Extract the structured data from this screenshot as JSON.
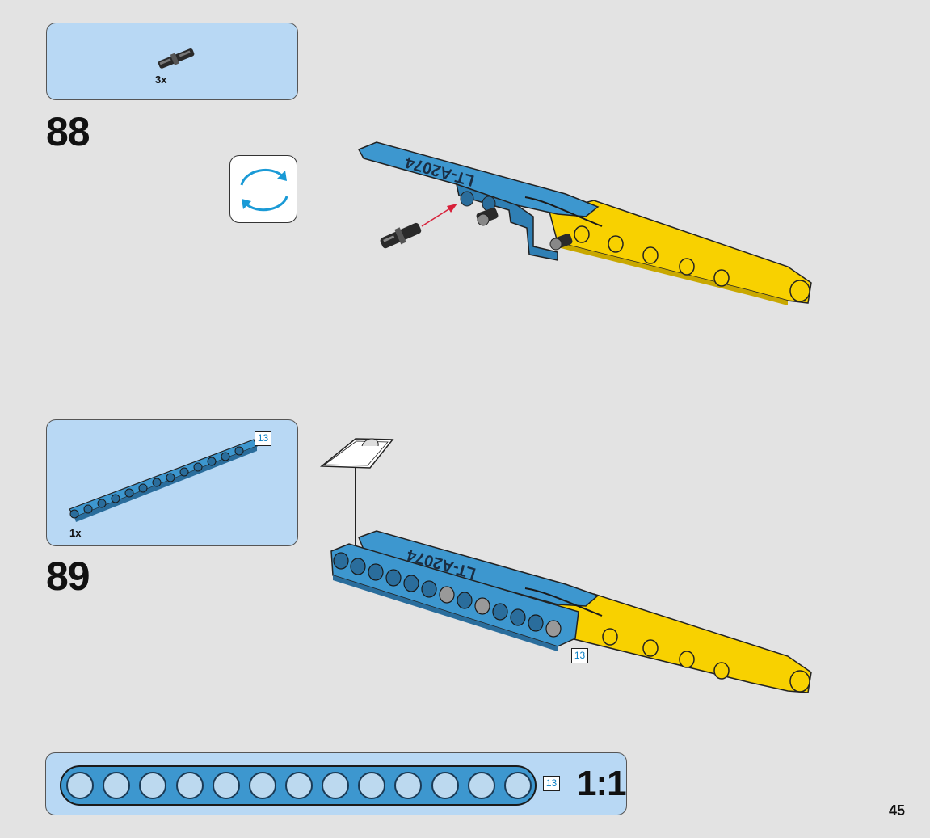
{
  "steps": [
    {
      "number": "88",
      "parts": [
        {
          "quantity": "3x",
          "part": "black-connector-pin"
        }
      ],
      "action_icon": "rotate-model-icon"
    },
    {
      "number": "89",
      "parts": [
        {
          "quantity": "1x",
          "part": "blue-liftarm-13",
          "length_tag": "13"
        }
      ],
      "callout": "sticker-icon",
      "assembly_tag": "13"
    }
  ],
  "decal_text": "LT-A2074",
  "scale_reference": {
    "length_tag": "13",
    "label": "1:1"
  },
  "page_number": "45",
  "colors": {
    "background": "#e3e3e3",
    "panel": "#b8d8f4",
    "blue_part": "#3d97cf",
    "yellow_part": "#f8d100",
    "arrow": "#d8213a",
    "tag_text": "#0a7fc4"
  }
}
